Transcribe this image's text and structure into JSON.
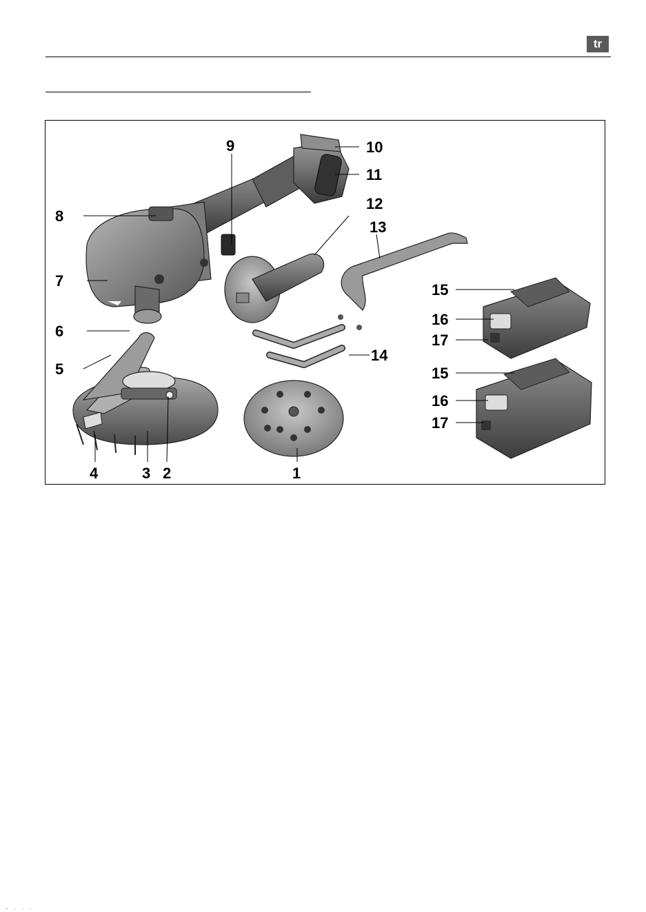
{
  "header": {
    "language_code": "tr"
  },
  "figure": {
    "callouts": {
      "c1": "1",
      "c2": "2",
      "c3": "3",
      "c4": "4",
      "c5": "5",
      "c6": "6",
      "c7": "7",
      "c8": "8",
      "c9": "9",
      "c10": "10",
      "c11": "11",
      "c12": "12",
      "c13": "13",
      "c14": "14",
      "c15a": "15",
      "c16a": "16",
      "c17a": "17",
      "c15b": "15",
      "c16b": "16",
      "c17b": "17"
    }
  },
  "footer": {
    "marks": "ᵕ · · ·"
  }
}
